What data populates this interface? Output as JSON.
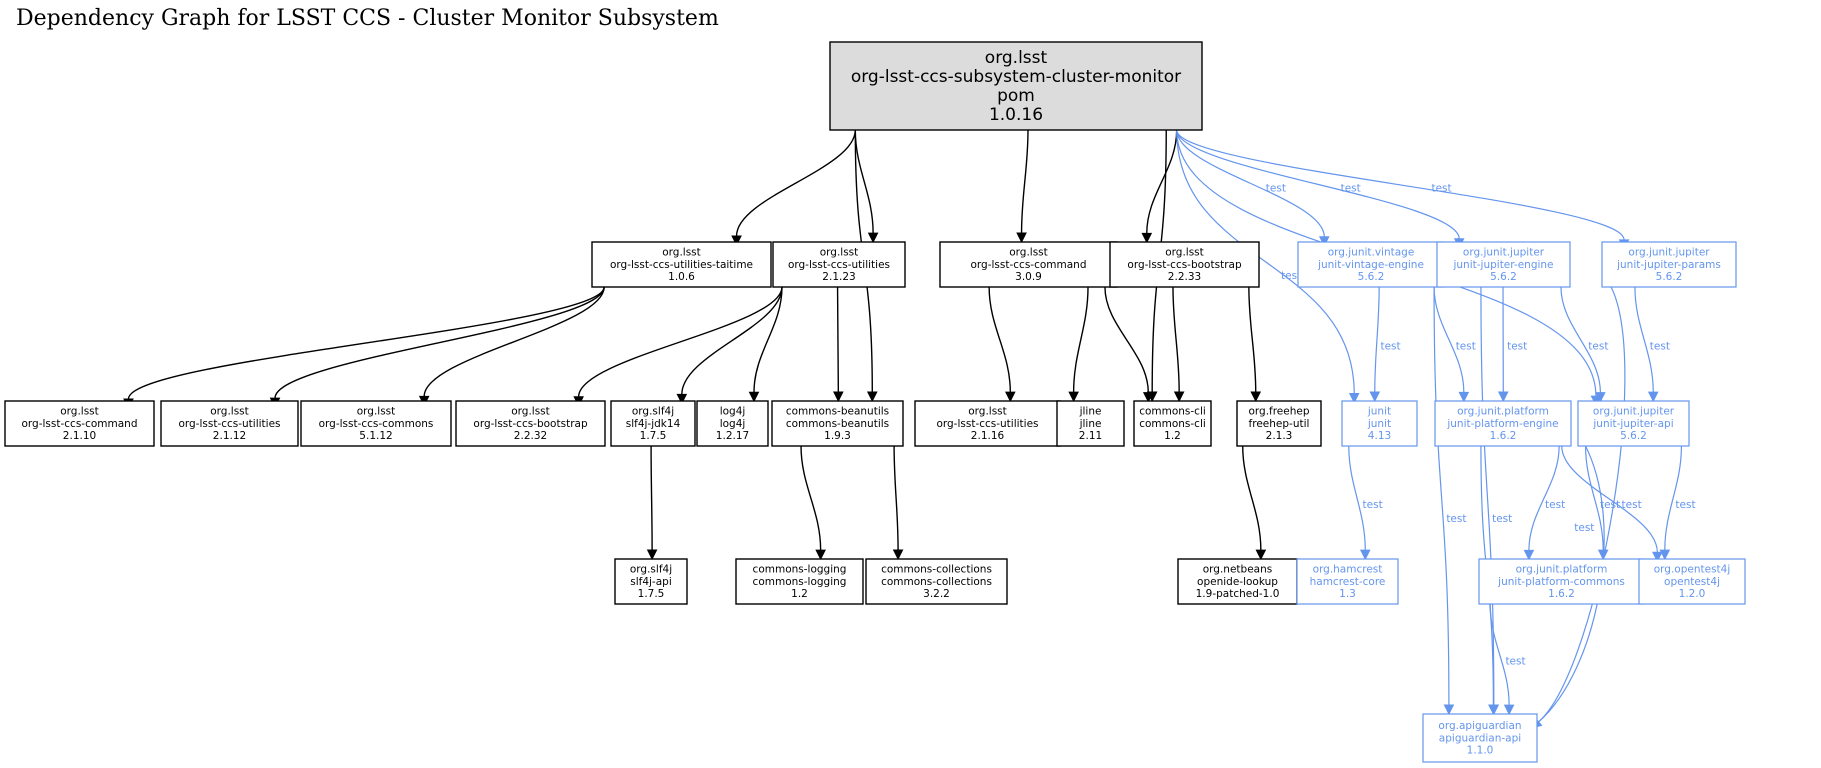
{
  "title": "Dependency Graph for LSST CCS - Cluster Monitor Subsystem",
  "nodes": [
    {
      "id": "root",
      "kind": "root",
      "group": "org.lsst",
      "artifact": "org-lsst-ccs-subsystem-cluster-monitor",
      "packaging": "pom",
      "version": "1.0.16"
    },
    {
      "id": "taitime",
      "kind": "compile",
      "group": "org.lsst",
      "artifact": "org-lsst-ccs-utilities-taitime",
      "version": "1.0.6"
    },
    {
      "id": "util2123",
      "kind": "compile",
      "group": "org.lsst",
      "artifact": "org-lsst-ccs-utilities",
      "version": "2.1.23"
    },
    {
      "id": "cmd309",
      "kind": "compile",
      "group": "org.lsst",
      "artifact": "org-lsst-ccs-command",
      "version": "3.0.9"
    },
    {
      "id": "boot2233",
      "kind": "compile",
      "group": "org.lsst",
      "artifact": "org-lsst-ccs-bootstrap",
      "version": "2.2.33"
    },
    {
      "id": "vintage",
      "kind": "test",
      "group": "org.junit.vintage",
      "artifact": "junit-vintage-engine",
      "version": "5.6.2"
    },
    {
      "id": "jengine",
      "kind": "test",
      "group": "org.junit.jupiter",
      "artifact": "junit-jupiter-engine",
      "version": "5.6.2"
    },
    {
      "id": "jparams",
      "kind": "test",
      "group": "org.junit.jupiter",
      "artifact": "junit-jupiter-params",
      "version": "5.6.2"
    },
    {
      "id": "cmd2110",
      "kind": "compile",
      "group": "org.lsst",
      "artifact": "org-lsst-ccs-command",
      "version": "2.1.10"
    },
    {
      "id": "util2112",
      "kind": "compile",
      "group": "org.lsst",
      "artifact": "org-lsst-ccs-utilities",
      "version": "2.1.12"
    },
    {
      "id": "commons5112",
      "kind": "compile",
      "group": "org.lsst",
      "artifact": "org-lsst-ccs-commons",
      "version": "5.1.12"
    },
    {
      "id": "boot2232",
      "kind": "compile",
      "group": "org.lsst",
      "artifact": "org-lsst-ccs-bootstrap",
      "version": "2.2.32"
    },
    {
      "id": "slf4jjdk",
      "kind": "compile",
      "group": "org.slf4j",
      "artifact": "slf4j-jdk14",
      "version": "1.7.5"
    },
    {
      "id": "log4j",
      "kind": "compile",
      "group": "log4j",
      "artifact": "log4j",
      "version": "1.2.17"
    },
    {
      "id": "beanutils",
      "kind": "compile",
      "group": "commons-beanutils",
      "artifact": "commons-beanutils",
      "version": "1.9.3"
    },
    {
      "id": "util2116",
      "kind": "compile",
      "group": "org.lsst",
      "artifact": "org-lsst-ccs-utilities",
      "version": "2.1.16"
    },
    {
      "id": "jline",
      "kind": "compile",
      "group": "jline",
      "artifact": "jline",
      "version": "2.11"
    },
    {
      "id": "cli",
      "kind": "compile",
      "group": "commons-cli",
      "artifact": "commons-cli",
      "version": "1.2"
    },
    {
      "id": "freehep",
      "kind": "compile",
      "group": "org.freehep",
      "artifact": "freehep-util",
      "version": "2.1.3"
    },
    {
      "id": "junit",
      "kind": "test",
      "group": "junit",
      "artifact": "junit",
      "version": "4.13"
    },
    {
      "id": "pengine",
      "kind": "test",
      "group": "org.junit.platform",
      "artifact": "junit-platform-engine",
      "version": "1.6.2"
    },
    {
      "id": "japi",
      "kind": "test",
      "group": "org.junit.jupiter",
      "artifact": "junit-jupiter-api",
      "version": "5.6.2"
    },
    {
      "id": "slf4japi",
      "kind": "compile",
      "group": "org.slf4j",
      "artifact": "slf4j-api",
      "version": "1.7.5"
    },
    {
      "id": "clogging",
      "kind": "compile",
      "group": "commons-logging",
      "artifact": "commons-logging",
      "version": "1.2"
    },
    {
      "id": "ccoll",
      "kind": "compile",
      "group": "commons-collections",
      "artifact": "commons-collections",
      "version": "3.2.2"
    },
    {
      "id": "openide",
      "kind": "compile",
      "group": "org.netbeans",
      "artifact": "openide-lookup",
      "version": "1.9-patched-1.0"
    },
    {
      "id": "hamcrest",
      "kind": "test",
      "group": "org.hamcrest",
      "artifact": "hamcrest-core",
      "version": "1.3"
    },
    {
      "id": "pcommons",
      "kind": "test",
      "group": "org.junit.platform",
      "artifact": "junit-platform-commons",
      "version": "1.6.2"
    },
    {
      "id": "opentest",
      "kind": "test",
      "group": "org.opentest4j",
      "artifact": "opentest4j",
      "version": "1.2.0"
    },
    {
      "id": "apiguardian",
      "kind": "test",
      "group": "org.apiguardian",
      "artifact": "apiguardian-api",
      "version": "1.1.0"
    }
  ],
  "edges": [
    {
      "from": "root",
      "to": "taitime",
      "label": ""
    },
    {
      "from": "root",
      "to": "util2123",
      "label": ""
    },
    {
      "from": "root",
      "to": "beanutils",
      "label": ""
    },
    {
      "from": "root",
      "to": "cmd309",
      "label": ""
    },
    {
      "from": "root",
      "to": "cli",
      "label": ""
    },
    {
      "from": "root",
      "to": "boot2233",
      "label": ""
    },
    {
      "from": "root",
      "to": "junit",
      "label": "test"
    },
    {
      "from": "root",
      "to": "vintage",
      "label": "test"
    },
    {
      "from": "root",
      "to": "jengine",
      "label": "test"
    },
    {
      "from": "root",
      "to": "japi",
      "label": "test"
    },
    {
      "from": "root",
      "to": "jparams",
      "label": "test"
    },
    {
      "from": "taitime",
      "to": "cmd2110",
      "label": ""
    },
    {
      "from": "taitime",
      "to": "util2112",
      "label": ""
    },
    {
      "from": "taitime",
      "to": "commons5112",
      "label": ""
    },
    {
      "from": "util2123",
      "to": "boot2232",
      "label": ""
    },
    {
      "from": "util2123",
      "to": "slf4jjdk",
      "label": ""
    },
    {
      "from": "util2123",
      "to": "log4j",
      "label": ""
    },
    {
      "from": "util2123",
      "to": "beanutils",
      "label": ""
    },
    {
      "from": "cmd309",
      "to": "util2116",
      "label": ""
    },
    {
      "from": "cmd309",
      "to": "jline",
      "label": ""
    },
    {
      "from": "cmd309",
      "to": "cli",
      "label": ""
    },
    {
      "from": "boot2233",
      "to": "cli",
      "label": ""
    },
    {
      "from": "boot2233",
      "to": "freehep",
      "label": ""
    },
    {
      "from": "vintage",
      "to": "junit",
      "label": "test"
    },
    {
      "from": "vintage",
      "to": "pengine",
      "label": "test"
    },
    {
      "from": "vintage",
      "to": "apiguardian",
      "label": "test"
    },
    {
      "from": "jengine",
      "to": "apiguardian",
      "label": "test"
    },
    {
      "from": "jengine",
      "to": "pengine",
      "label": "test"
    },
    {
      "from": "jengine",
      "to": "japi",
      "label": "test"
    },
    {
      "from": "jparams",
      "to": "japi",
      "label": "test"
    },
    {
      "from": "jparams",
      "to": "apiguardian",
      "label": "test"
    },
    {
      "from": "slf4jjdk",
      "to": "slf4japi",
      "label": ""
    },
    {
      "from": "beanutils",
      "to": "clogging",
      "label": ""
    },
    {
      "from": "beanutils",
      "to": "ccoll",
      "label": ""
    },
    {
      "from": "freehep",
      "to": "openide",
      "label": ""
    },
    {
      "from": "junit",
      "to": "hamcrest",
      "label": "test"
    },
    {
      "from": "pengine",
      "to": "apiguardian",
      "label": "test"
    },
    {
      "from": "pengine",
      "to": "pcommons",
      "label": "test"
    },
    {
      "from": "pengine",
      "to": "opentest",
      "label": "test"
    },
    {
      "from": "japi",
      "to": "pcommons",
      "label": "test"
    },
    {
      "from": "japi",
      "to": "opentest",
      "label": "test"
    },
    {
      "from": "japi",
      "to": "apiguardian",
      "label": "test"
    },
    {
      "from": "pcommons",
      "to": "apiguardian",
      "label": "test"
    }
  ],
  "colors": {
    "compile": "#000000",
    "test": "#6495ed",
    "root_fill": "#dcdcdc"
  }
}
